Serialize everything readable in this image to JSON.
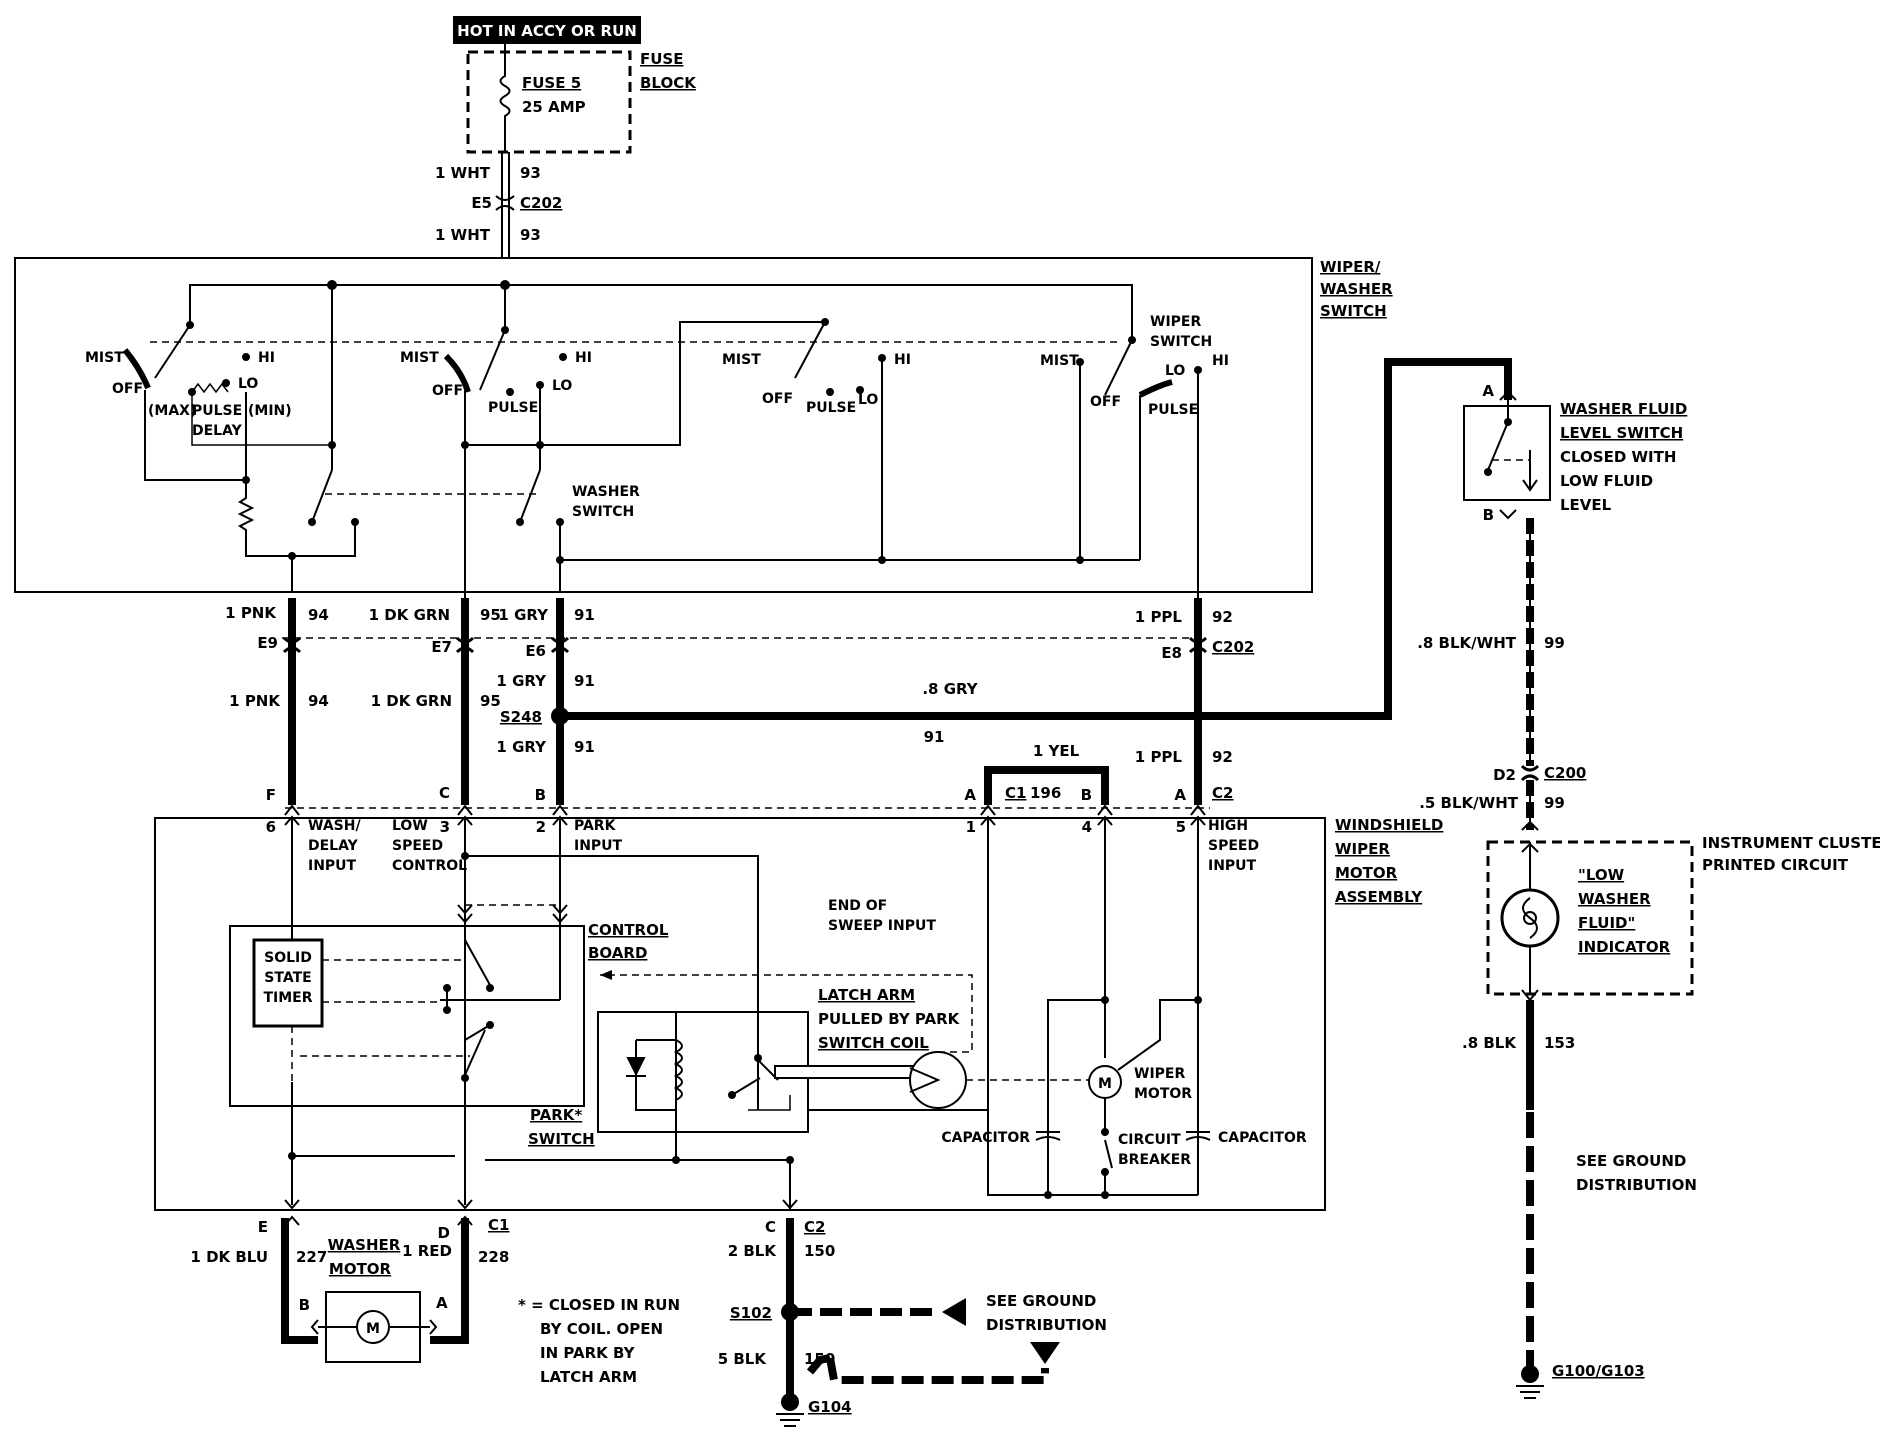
{
  "power": {
    "header": "HOT IN ACCY OR RUN",
    "fuse_block": [
      "FUSE",
      "BLOCK"
    ],
    "fuse_name": "FUSE 5",
    "fuse_rating": "25 AMP"
  },
  "top_wires": {
    "wire1": "1 WHT",
    "circuit1": "93",
    "pin": "E5",
    "connector": "C202",
    "wire2": "1 WHT",
    "circuit2": "93"
  },
  "switch": {
    "title": [
      "WIPER/",
      "WASHER",
      "SWITCH"
    ],
    "mist": "MIST",
    "off": "OFF",
    "hi": "HI",
    "lo": "LO",
    "pulse": "PULSE",
    "max": "(MAX)",
    "min": "(MIN)",
    "delay": "DELAY",
    "wiper_switch": [
      "WIPER",
      "SWITCH"
    ],
    "washer_switch": [
      "WASHER",
      "SWITCH"
    ]
  },
  "harness": {
    "pnk": "1 PNK",
    "pnk_c": "94",
    "pnk_pin": "E9",
    "dkgrn": "1 DK GRN",
    "dkgrn_c": "95",
    "dkgrn_pin": "E7",
    "gry": "1 GRY",
    "gry_c": "91",
    "gry_pin": "E6",
    "ppl": "1 PPL",
    "ppl_c": "92",
    "ppl_pin": "E8",
    "connector": "C202",
    "gry8": ".8 GRY",
    "gry8_c": "91",
    "splice": "S248",
    "yel": "1 YEL",
    "c1": "C1",
    "c1_num": "196",
    "c2": "C2",
    "pinF": "F",
    "pinC": "C",
    "pinB": "B",
    "pinA": "A",
    "pinB2": "B",
    "pinA2": "A"
  },
  "motor": {
    "title": [
      "WINDSHIELD",
      "WIPER",
      "MOTOR",
      "ASSEMBLY"
    ],
    "p6": "6",
    "p3": "3",
    "p2": "2",
    "p1": "1",
    "p4": "4",
    "p5": "5",
    "wash": [
      "WASH/",
      "DELAY",
      "INPUT"
    ],
    "low": [
      "LOW",
      "SPEED",
      "CONTROL"
    ],
    "park": [
      "PARK",
      "INPUT"
    ],
    "high": [
      "HIGH",
      "SPEED",
      "INPUT"
    ],
    "end_sweep": [
      "END OF",
      "SWEEP INPUT"
    ],
    "control_board": [
      "CONTROL",
      "BOARD"
    ],
    "timer": [
      "SOLID",
      "STATE",
      "TIMER"
    ],
    "latch": [
      "LATCH ARM",
      "PULLED BY PARK",
      "SWITCH COIL"
    ],
    "park_switch": [
      "PARK*",
      "SWITCH"
    ],
    "wiper_motor": [
      "WIPER",
      "MOTOR"
    ],
    "m": "M",
    "capacitor": "CAPACITOR",
    "breaker": [
      "CIRCUIT",
      "BREAKER"
    ]
  },
  "washer": {
    "title": [
      "WASHER",
      "MOTOR"
    ],
    "pinE": "E",
    "pinD": "D",
    "connector": "C1",
    "blu": "1 DK BLU",
    "blu_c": "227",
    "red": "1 RED",
    "red_c": "228",
    "pinB": "B",
    "pinA": "A",
    "m": "M"
  },
  "note": [
    "* = CLOSED IN RUN",
    "BY COIL. OPEN",
    "IN PARK BY",
    "LATCH ARM"
  ],
  "ground": {
    "pin": "C",
    "connector": "C2",
    "blk2": "2 BLK",
    "blk2_c": "150",
    "splice": "S102",
    "see1": [
      "SEE GROUND",
      "DISTRIBUTION"
    ],
    "blk5": "5 BLK",
    "blk5_c": "150",
    "g": "G104"
  },
  "fluid": {
    "pinA": "A",
    "pinB": "B",
    "title": [
      "WASHER FLUID",
      "LEVEL SWITCH",
      "CLOSED WITH",
      "LOW FLUID",
      "LEVEL"
    ],
    "w1": ".8 BLK/WHT",
    "w1_c": "99",
    "pinD2": "D2",
    "connector": "C200",
    "w2": ".5 BLK/WHT",
    "w2_c": "99",
    "cluster": [
      "INSTRUMENT CLUSTER",
      "PRINTED CIRCUIT"
    ],
    "indicator": [
      "\"LOW",
      "WASHER",
      "FLUID\"",
      "INDICATOR"
    ],
    "w3": ".8 BLK",
    "w3_c": "153",
    "see": [
      "SEE GROUND",
      "DISTRIBUTION"
    ],
    "g": "G100/G103"
  }
}
